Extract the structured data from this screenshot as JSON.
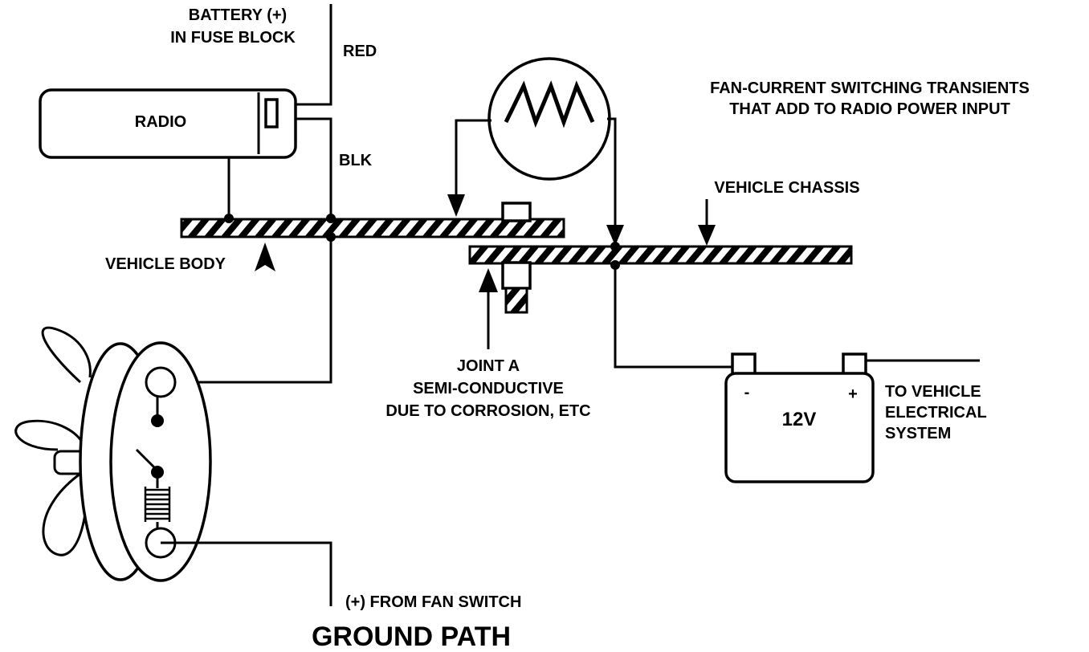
{
  "labels": {
    "battery_line1": "BATTERY (+)",
    "battery_line2": "IN FUSE BLOCK",
    "red": "RED",
    "radio": "RADIO",
    "blk": "BLK",
    "transients_line1": "FAN-CURRENT SWITCHING TRANSIENTS",
    "transients_line2": "THAT ADD TO RADIO POWER INPUT",
    "vehicle_chassis": "VEHICLE CHASSIS",
    "vehicle_body": "VEHICLE BODY",
    "joint_line1": "JOINT A",
    "joint_line2": "SEMI-CONDUCTIVE",
    "joint_line3": "DUE TO CORROSION, ETC",
    "battery_voltage": "12V",
    "battery_minus": "-",
    "battery_plus": "+",
    "to_vehicle_line1": "TO VEHICLE",
    "to_vehicle_line2": "ELECTRICAL",
    "to_vehicle_line3": "SYSTEM",
    "fan_switch": "(+) FROM FAN SWITCH",
    "caption": "GROUND PATH"
  }
}
